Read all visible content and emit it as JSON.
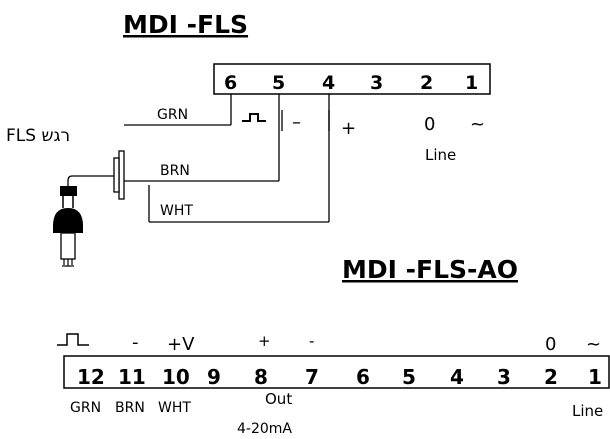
{
  "diagram1": {
    "title": "MDI -FLS",
    "terminals": [
      "6",
      "5",
      "4",
      "3",
      "2",
      "1"
    ],
    "sensor_label": "FLS רגש",
    "wires": {
      "grn": "GRN",
      "brn": "BRN",
      "wht": "WHT"
    },
    "signs": {
      "minus": "–",
      "plus": "+",
      "zero": "0",
      "tilde": "~"
    },
    "line_label": "Line"
  },
  "diagram2": {
    "title": "MDI -FLS-AO",
    "terminals": [
      "12",
      "11",
      "10",
      "9",
      "8",
      "7",
      "6",
      "5",
      "4",
      "3",
      "2",
      "1"
    ],
    "top_signs": {
      "minus": "-",
      "plusv": "+V",
      "plus": "+",
      "minus2": "-",
      "zero": "0",
      "tilde": "~"
    },
    "bottom_labels": {
      "grn": "GRN",
      "brn": "BRN",
      "wht": "WHT",
      "out": "Out",
      "range": "4-20mA",
      "line": "Line"
    }
  },
  "colors": {
    "ink": "#000000",
    "background": "#ffffff"
  }
}
